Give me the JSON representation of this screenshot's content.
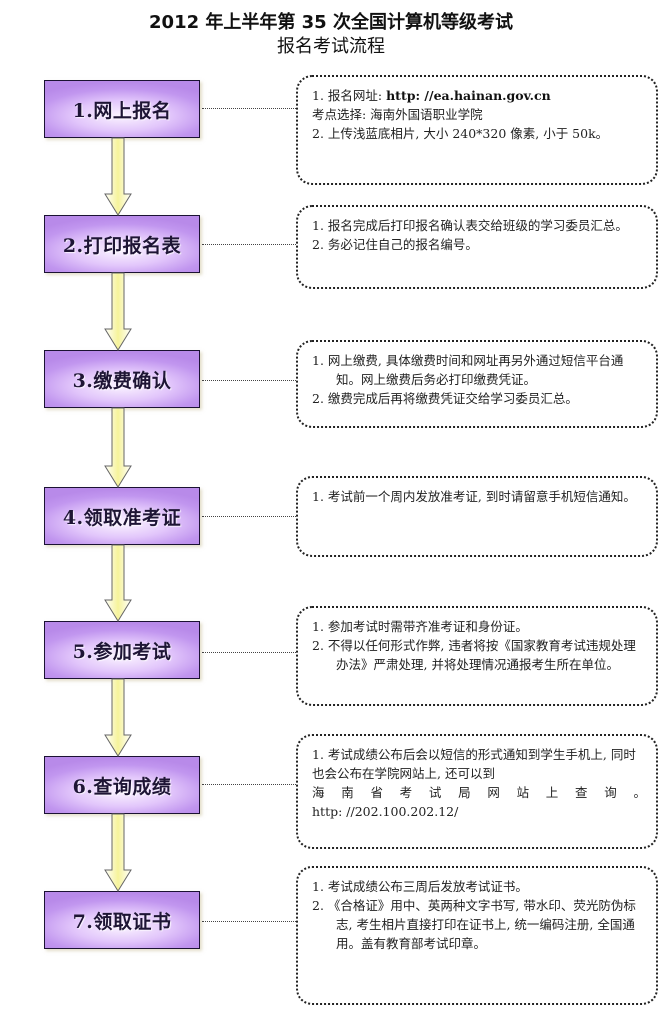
{
  "title": {
    "line1": "2012 年上半年第 35 次全国计算机等级考试",
    "line2": "报名考试流程"
  },
  "colors": {
    "step_fill": "#c196ef",
    "step_border": "#1b1233",
    "arrow_fill": "#fbf8b8",
    "arrow_stroke": "#666666",
    "note_border": "#222222"
  },
  "steps": [
    {
      "label": "1.网上报名",
      "note": [
        {
          "text": "1. 报名网址: ",
          "link": "http: //ea.hainan.gov.cn"
        },
        {
          "text": "考点选择: 海南外国语职业学院"
        },
        {
          "text": "2. 上传浅蓝底相片, 大小 240*320 像素, 小于 50k。"
        }
      ]
    },
    {
      "label": "2.打印报名表",
      "note": [
        {
          "text": "1.  报名完成后打印报名确认表交给班级的学习委员汇总。"
        },
        {
          "text": "2.  务必记住自己的报名编号。"
        }
      ]
    },
    {
      "label": "3.缴费确认",
      "note": [
        {
          "text": "1.  网上缴费, 具体缴费时间和网址再另外通过短信平台通知。网上缴费后务必打印缴费凭证。"
        },
        {
          "text": "2.  缴费完成后再将缴费凭证交给学习委员汇总。"
        }
      ]
    },
    {
      "label": "4.领取准考证",
      "note": [
        {
          "text": "1. 考试前一个周内发放准考证, 到时请留意手机短信通知。"
        }
      ]
    },
    {
      "label": "5.参加考试",
      "note": [
        {
          "text": "1.  参加考试时需带齐准考证和身份证。"
        },
        {
          "text": "2.  不得以任何形式作弊, 违者将按《国家教育考试违规处理办法》严肃处理, 并将处理情况通报考生所在单位。"
        }
      ]
    },
    {
      "label": "6.查询成绩",
      "note": [
        {
          "text": "1. 考试成绩公布后会以短信的形式通知到学生手机上, 同时也会公布在学院网站上, 还可以到"
        },
        {
          "text": "海 南 省 考 试 局 网 站 上 查 询 。"
        },
        {
          "text": "http: //202.100.202.12/"
        }
      ]
    },
    {
      "label": "7.领取证书",
      "note": [
        {
          "text": "1.  考试成绩公布三周后发放考试证书。"
        },
        {
          "text": "2.  《合格证》用中、英两种文字书写, 带水印、荧光防伪标志, 考生相片直接打印在证书上, 统一编码注册, 全国通用。盖有教育部考试印章。"
        }
      ]
    }
  ]
}
